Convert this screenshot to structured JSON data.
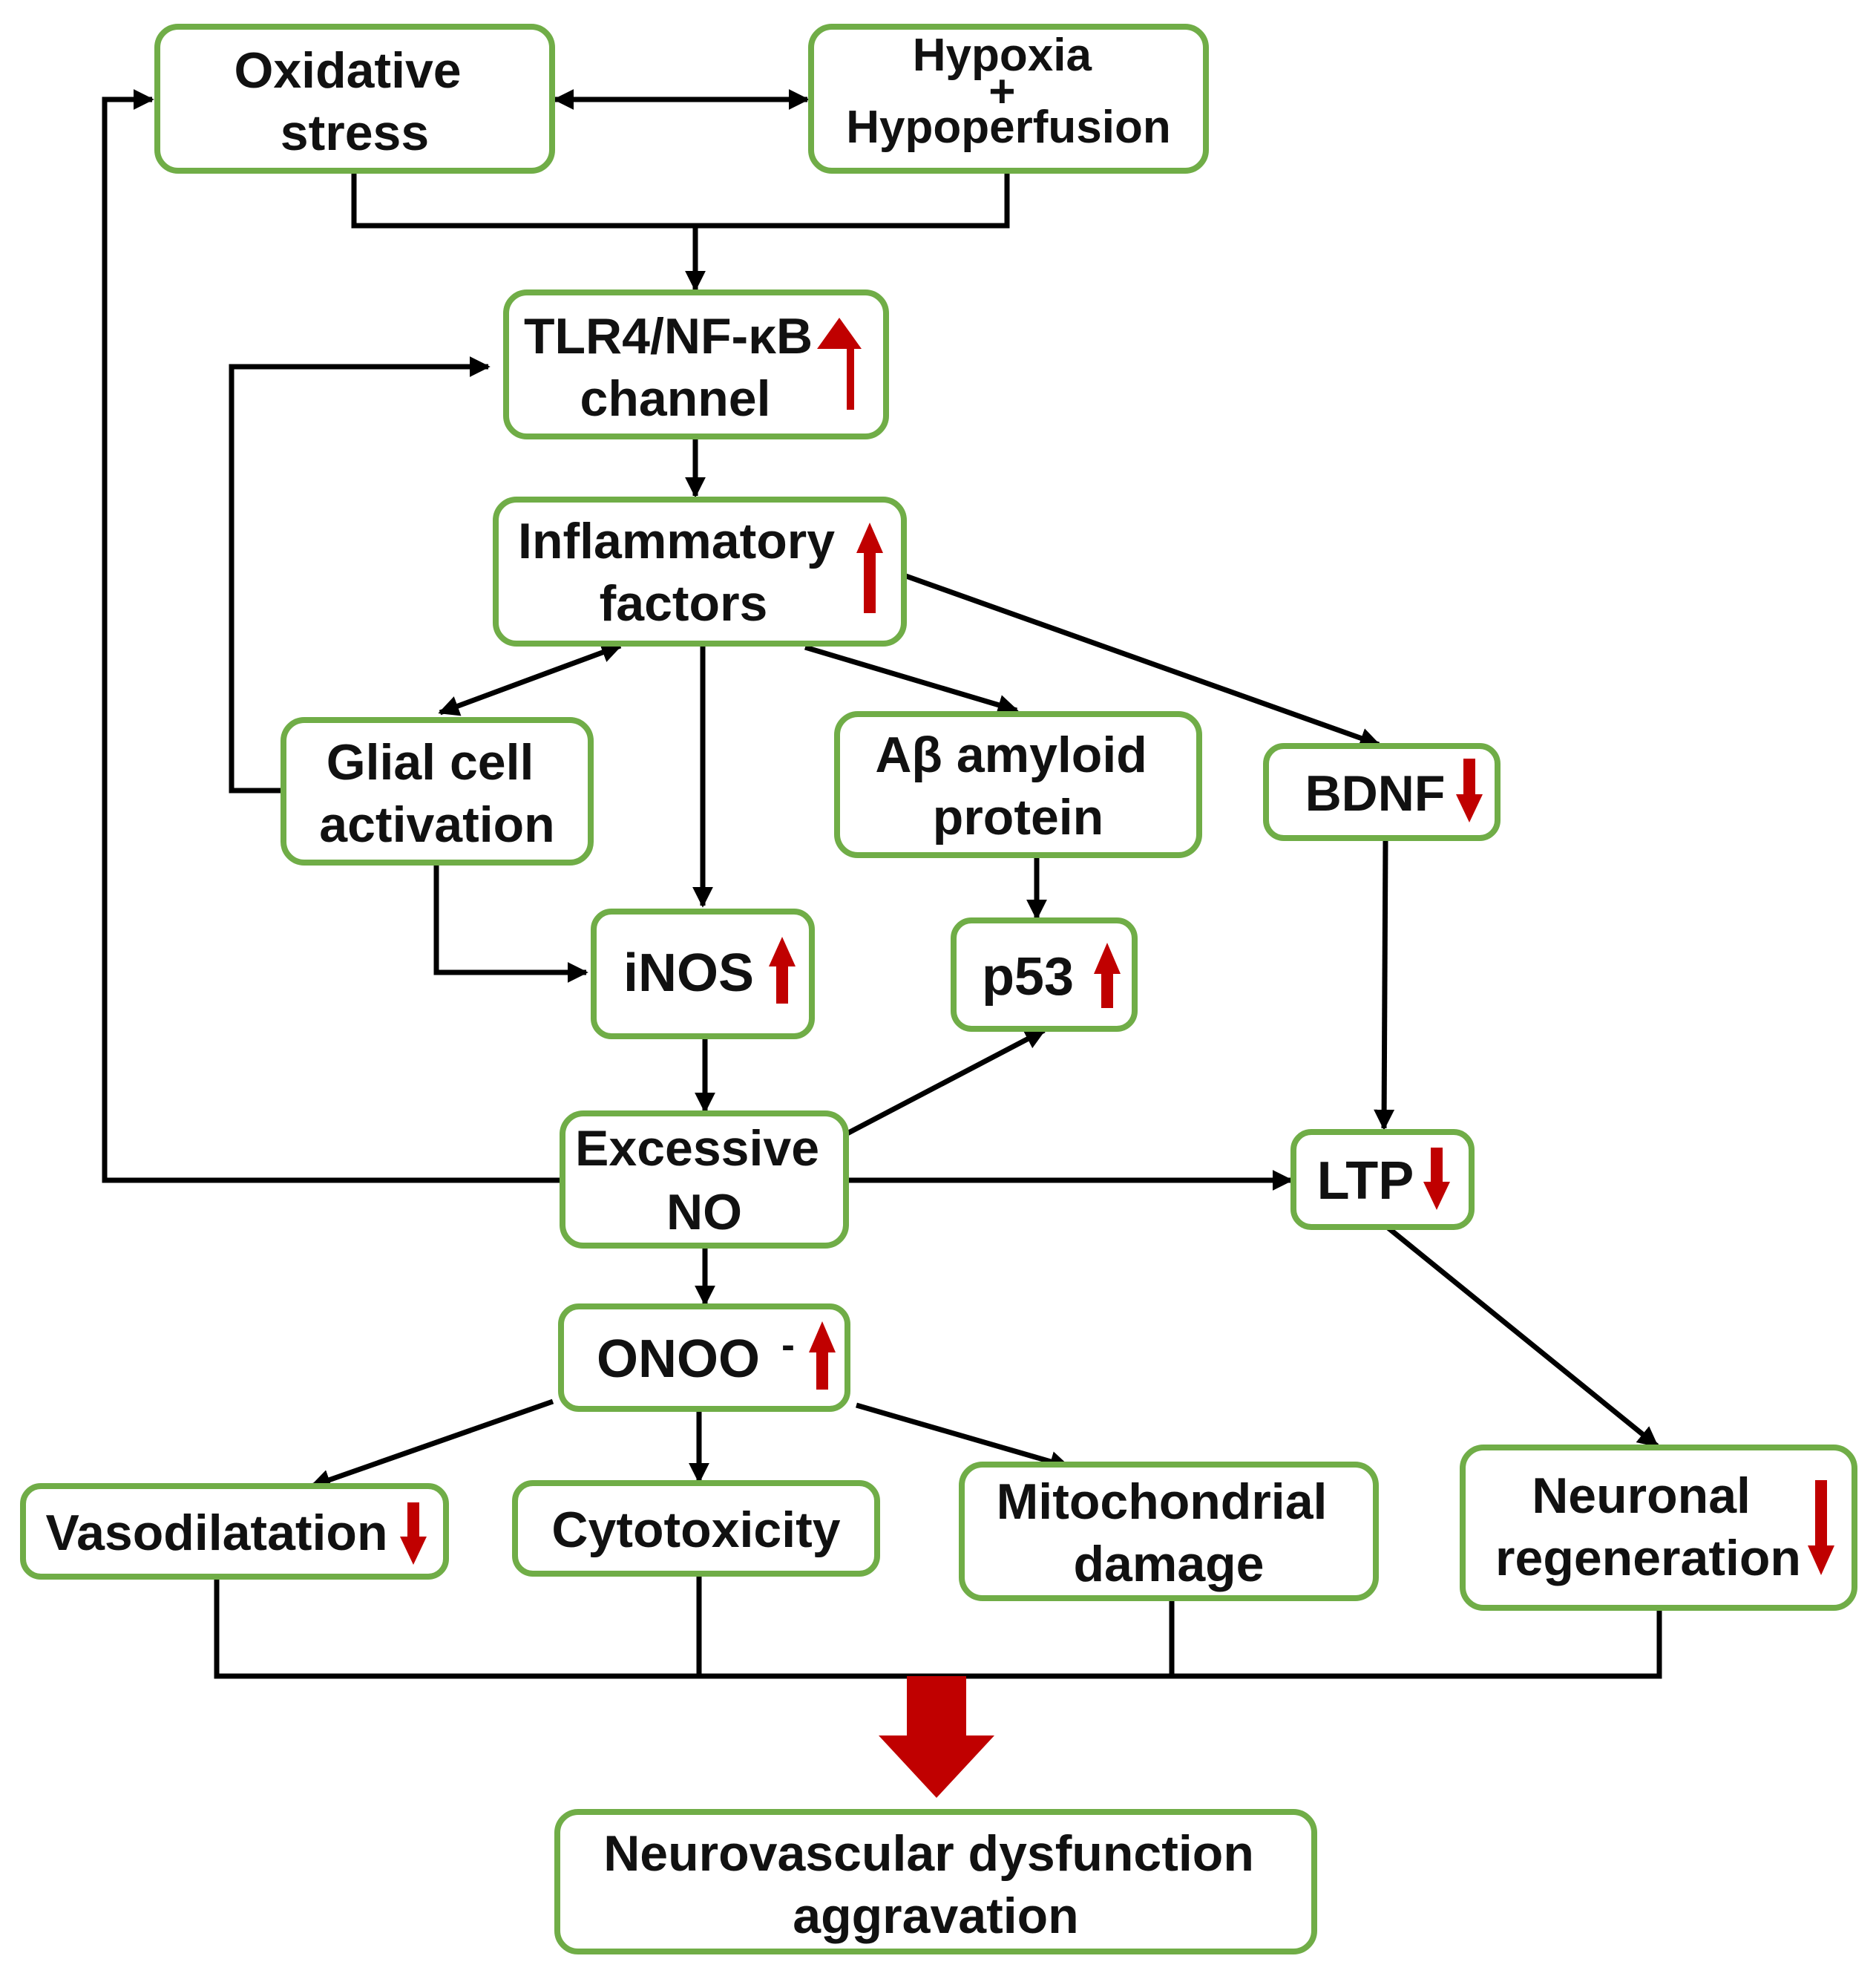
{
  "nodes": {
    "oxidative_stress": {
      "lines": [
        "Oxidative",
        "stress"
      ]
    },
    "hypoxia": {
      "lines": [
        "Hypoxia",
        "+",
        "Hypoperfusion"
      ]
    },
    "tlr4": {
      "lines": [
        "TLR4/NF-κB",
        "channel"
      ],
      "indicator": "up"
    },
    "inflammatory": {
      "lines": [
        "Inflammatory",
        "factors"
      ],
      "indicator": "up"
    },
    "glial": {
      "lines": [
        "Glial cell",
        "activation"
      ]
    },
    "abeta": {
      "lines": [
        "Aβ amyloid",
        "protein"
      ]
    },
    "bdnf": {
      "lines": [
        "BDNF"
      ],
      "indicator": "down"
    },
    "inos": {
      "lines": [
        "iNOS"
      ],
      "indicator": "up"
    },
    "p53": {
      "lines": [
        "p53"
      ],
      "indicator": "up"
    },
    "excessive_no": {
      "lines": [
        "Excessive",
        "NO"
      ]
    },
    "ltp": {
      "lines": [
        "LTP"
      ],
      "indicator": "down"
    },
    "onoo": {
      "lines": [
        "ONOO"
      ],
      "superscript": "-",
      "indicator": "up"
    },
    "vasodilatation": {
      "lines": [
        "Vasodilatation"
      ],
      "indicator": "down"
    },
    "cytotoxicity": {
      "lines": [
        "Cytotoxicity"
      ]
    },
    "mitochondrial": {
      "lines": [
        "Mitochondrial",
        "damage"
      ]
    },
    "neuronal": {
      "lines": [
        "Neuronal",
        "regeneration"
      ],
      "indicator": "down"
    },
    "neurovascular": {
      "lines": [
        "Neurovascular dysfunction",
        "aggravation"
      ]
    }
  },
  "colors": {
    "box_border": "#70ad47",
    "arrow": "#000000",
    "indicator": "#c00000",
    "text": "#111111"
  }
}
